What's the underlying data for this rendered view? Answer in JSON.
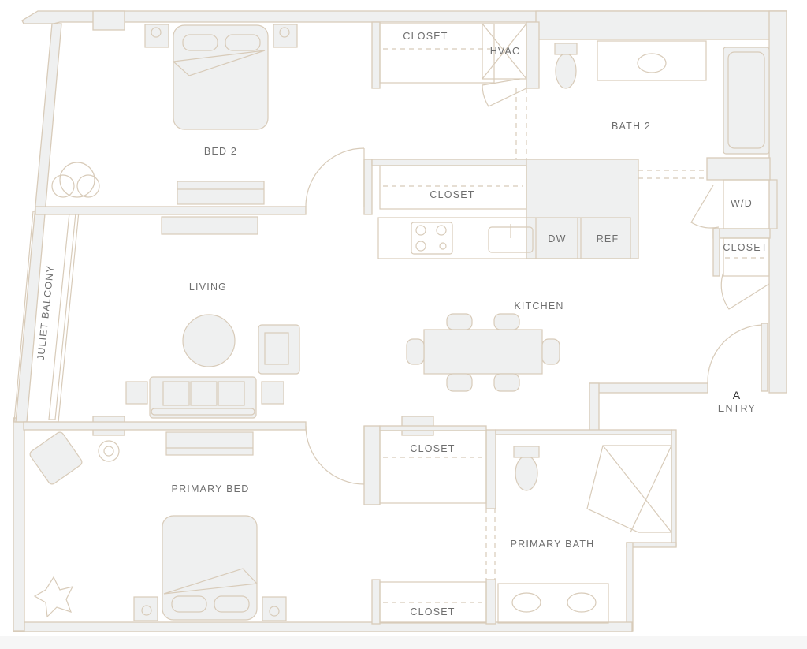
{
  "plan": {
    "rooms": {
      "bed2": "BED 2",
      "bath2": "BATH 2",
      "hvac": "HVAC",
      "closet_top": "CLOSET",
      "closet_mid": "CLOSET",
      "dw": "DW",
      "ref": "REF",
      "wd": "W/D",
      "closet_right": "CLOSET",
      "living": "LIVING",
      "kitchen": "KITCHEN",
      "balcony": "JULIET BALCONY",
      "entry": "ENTRY",
      "entry_marker": "A",
      "closet_primary_top": "CLOSET",
      "closet_primary_bottom": "CLOSET",
      "primary_bed": "PRIMARY BED",
      "primary_bath": "PRIMARY BATH"
    },
    "colors": {
      "wall_fill": "#eff0f0",
      "line": "#d8cbb9",
      "text": "#6e6e6e"
    }
  }
}
